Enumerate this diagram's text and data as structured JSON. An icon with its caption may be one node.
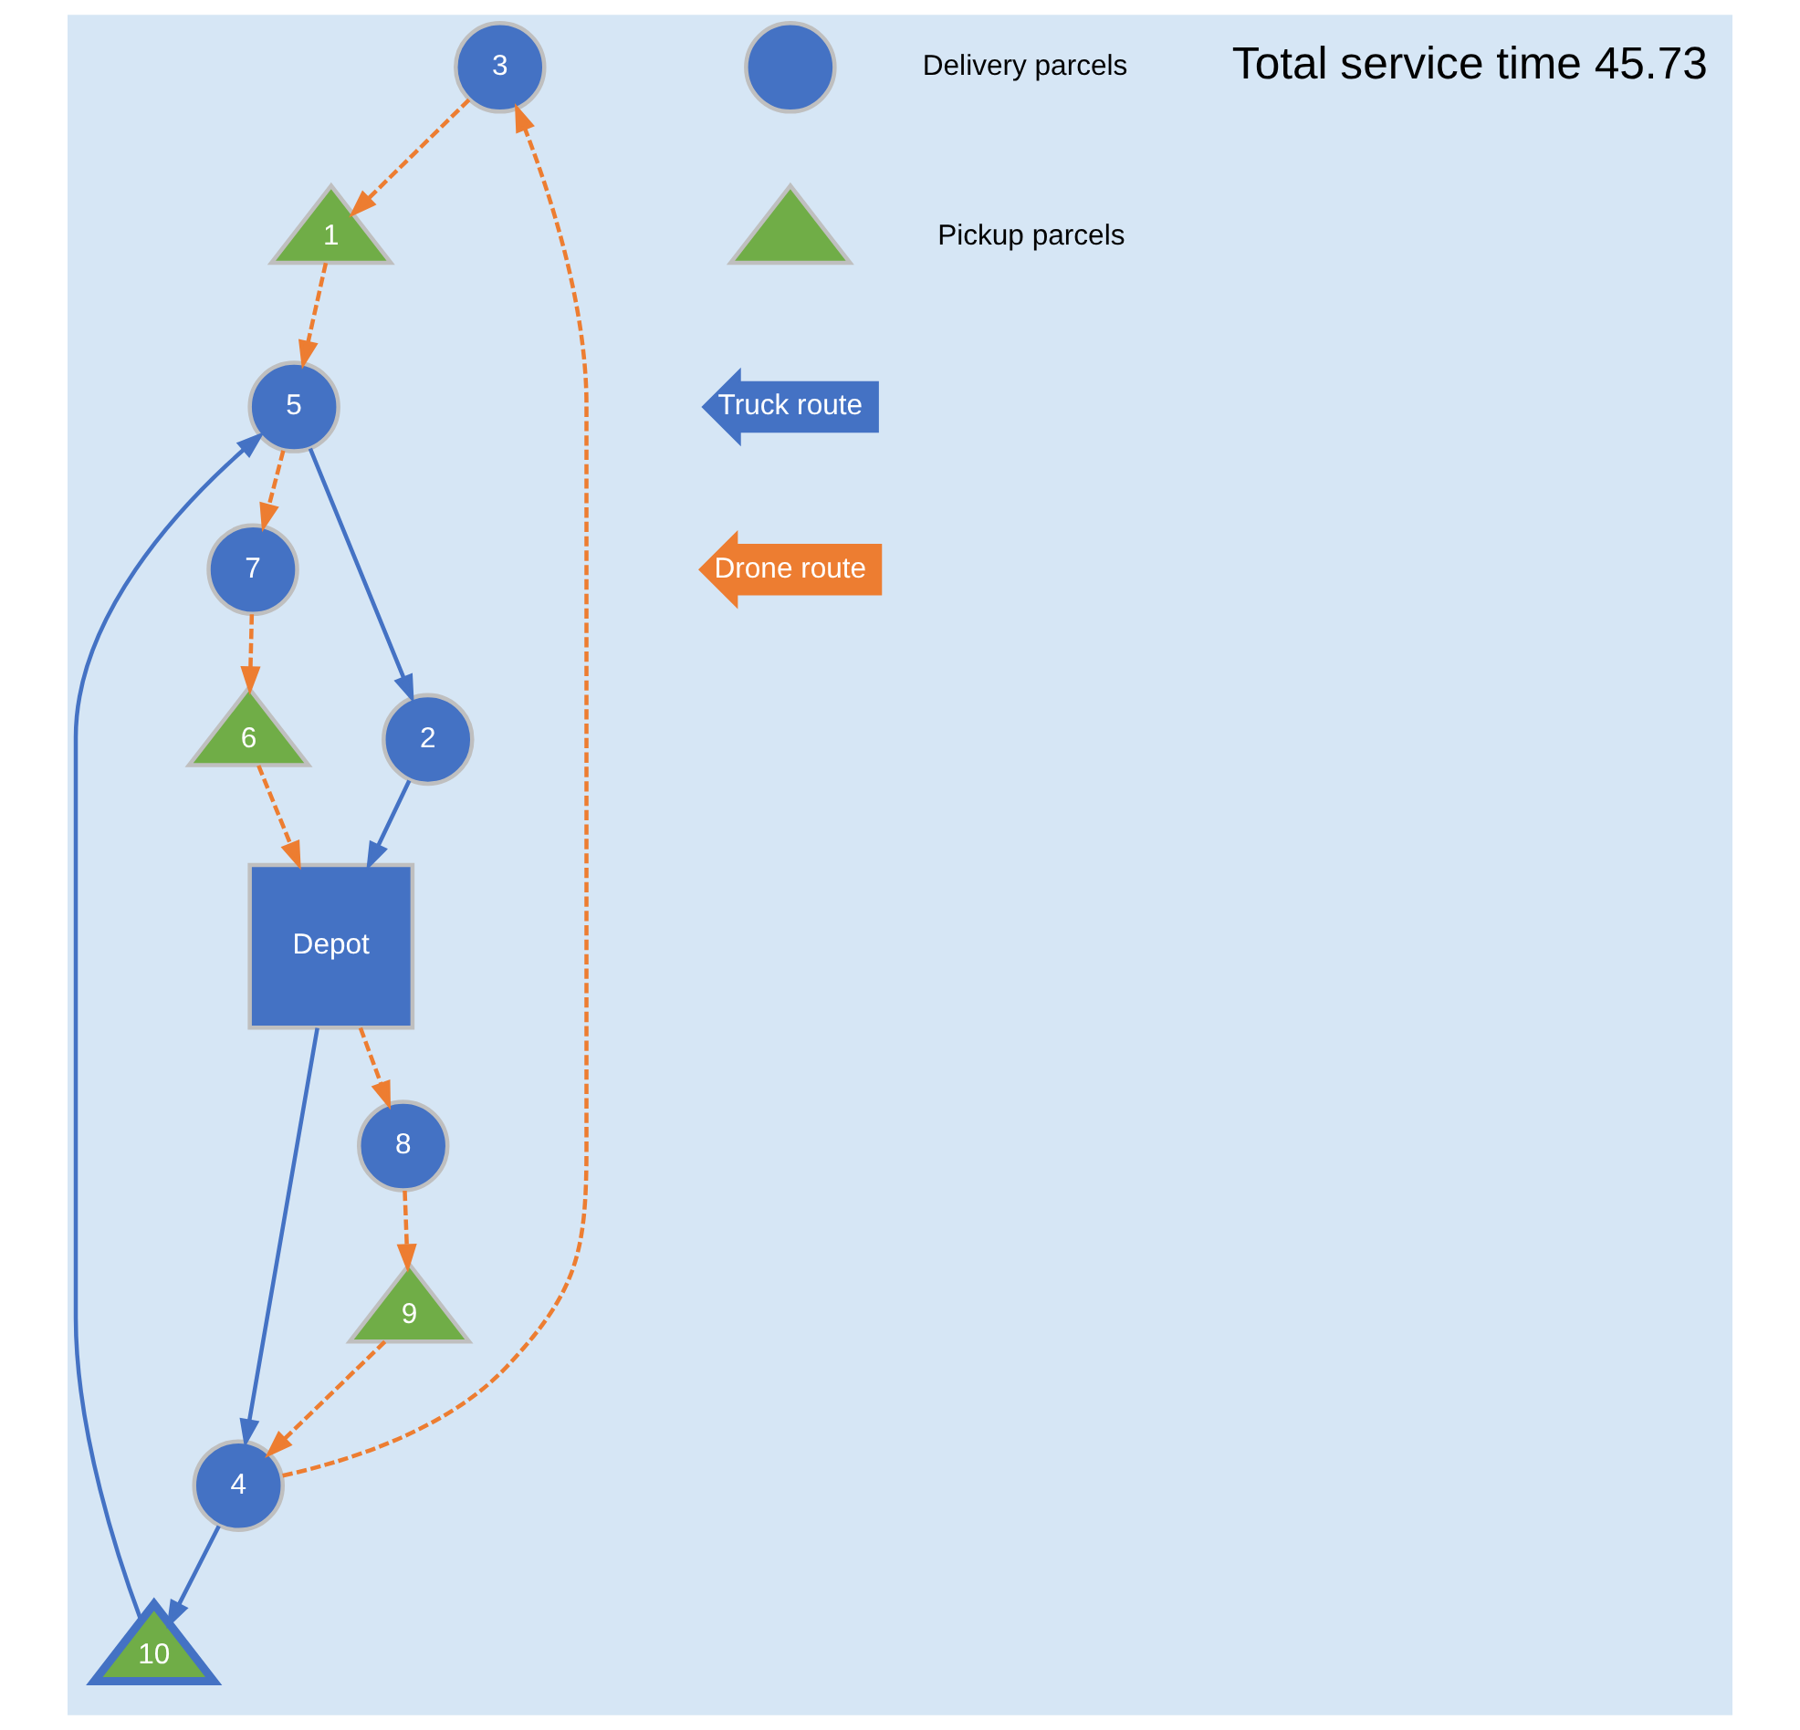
{
  "diagram": {
    "nodes": [
      {
        "text": [
          "3"
        ]
      },
      {
        "text": [
          "4"
        ]
      },
      {
        "text": [
          "10"
        ]
      },
      {
        "text": [
          "8"
        ]
      },
      {
        "text": [
          "9"
        ]
      },
      {
        "text": [
          "1"
        ]
      },
      {
        "text": [
          "5"
        ]
      },
      {
        "text": [
          "7"
        ]
      },
      {
        "text": [
          "6"
        ]
      },
      {
        "text": [
          "2"
        ]
      },
      {
        "text": [
          "Depot"
        ]
      },
      {
        "text": [],
        "shape": "circle"
      },
      {
        "text": [],
        "shape": "triangle"
      }
    ],
    "edges": [
      {
        "from": 10,
        "to": 1,
        "arrow": "to",
        "color": "#4472c4"
      },
      {
        "from": 1,
        "to": 2,
        "arrow": "to",
        "color": "#4472c4"
      },
      {
        "from": 2,
        "to": 6,
        "arrow": "to",
        "color": "#4472c4"
      },
      {
        "from": 6,
        "to": 9,
        "arrow": "to",
        "color": "#4472c4"
      },
      {
        "from": 9,
        "to": 10,
        "arrow": "to",
        "color": "#4472c4"
      },
      {
        "from": 1,
        "to": 0,
        "arrow": "to",
        "style": "dashed"
      },
      {
        "from": 0,
        "to": 5,
        "arrow": "to",
        "style": "dashed"
      },
      {
        "from": 5,
        "to": 6,
        "arrow": "to",
        "style": "dashed"
      },
      {
        "from": 6,
        "to": 7,
        "arrow": "to",
        "style": "dashed"
      },
      {
        "from": 7,
        "to": 8,
        "arrow": "to",
        "style": "dashed"
      },
      {
        "from": 8,
        "to": 10,
        "arrow": "to",
        "style": "dashed"
      },
      {
        "from": 10,
        "to": 3,
        "arrow": "to",
        "style": "dashed"
      },
      {
        "from": 3,
        "to": 4,
        "arrow": "to",
        "style": "dashed"
      },
      {
        "from": 4,
        "to": 1,
        "arrow": "to",
        "style": "dashed"
      }
    ],
    "labels": [
      "Total service time 45.73"
    ],
    "legend": [
      {
        "text": "Delivery parcels"
      },
      {
        "text": "Pickup parcels"
      },
      {
        "text": "Truck route",
        "color": "#4472c4"
      },
      {
        "text": "Drone route",
        "color": "#ed7d31"
      }
    ]
  }
}
